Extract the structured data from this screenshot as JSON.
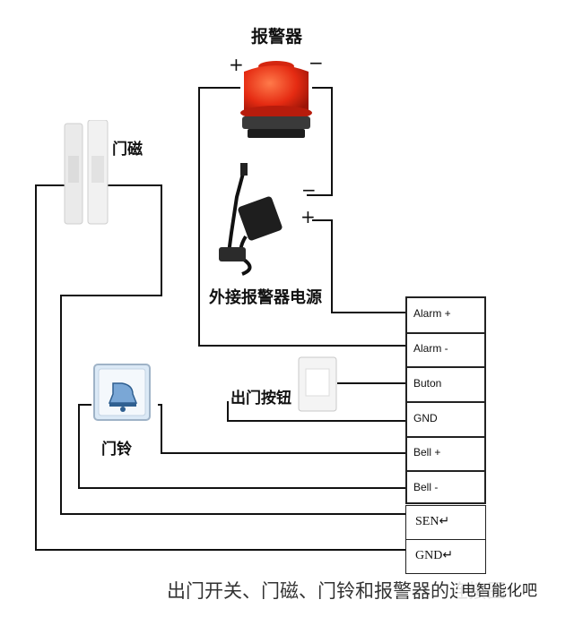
{
  "labels": {
    "siren": "报警器",
    "door_magnet": "门磁",
    "power_supply": "外接报警器电源",
    "exit_button": "出门按钮",
    "doorbell": "门铃"
  },
  "polarity": {
    "siren_plus": "+",
    "siren_minus": "−",
    "power_minus": "−",
    "power_plus": "+"
  },
  "terminals": [
    "Alarm +",
    "Alarm -",
    "Buton",
    "GND",
    "Bell +",
    "Bell -"
  ],
  "terminals_lower": [
    "SEN↵",
    "GND↵"
  ],
  "caption": "出门开关、门磁、门铃和报警器的连接图",
  "watermark": "电智能化吧"
}
